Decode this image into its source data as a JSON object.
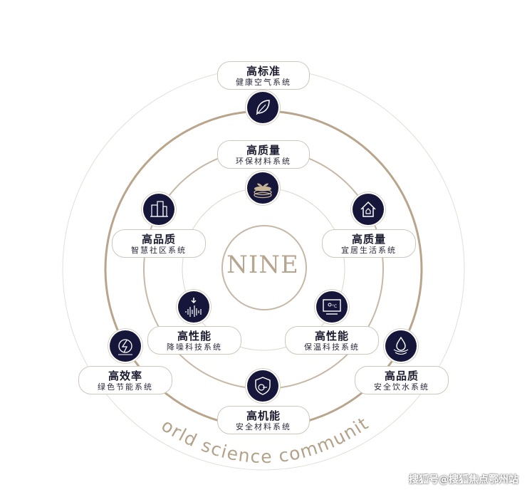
{
  "center": {
    "text": "NINE"
  },
  "arc_text": "world science community",
  "watermark": "搜狐号@搜狐焦点鄂州站",
  "colors": {
    "ring_gold": "#b8a58c",
    "ring_light": "#d6d0c8",
    "icon_navy": "#15163a",
    "arc_text": "#b4a28a"
  },
  "labels": {
    "top": {
      "title": "高标准",
      "sub": "健康空气系统"
    },
    "mid_top": {
      "title": "高质量",
      "sub": "环保材料系统"
    },
    "left_upper": {
      "title": "高品质",
      "sub": "智慧社区系统"
    },
    "right_upper": {
      "title": "高质量",
      "sub": "宜居生活系统"
    },
    "left_lower": {
      "title": "高性能",
      "sub": "降噪科技系统"
    },
    "right_lower": {
      "title": "高性能",
      "sub": "保温科技系统"
    },
    "outer_left": {
      "title": "高效率",
      "sub": "绿色节能系统"
    },
    "outer_right": {
      "title": "高品质",
      "sub": "安全饮水系统"
    },
    "bottom": {
      "title": "高机能",
      "sub": "安全材料系统"
    }
  },
  "icons": [
    "leaf-icon",
    "plant-layers-icon",
    "buildings-icon",
    "house-icon",
    "sound-wave-icon",
    "monitor-icon",
    "energy-icon",
    "water-drop-icon",
    "shield-icon"
  ]
}
